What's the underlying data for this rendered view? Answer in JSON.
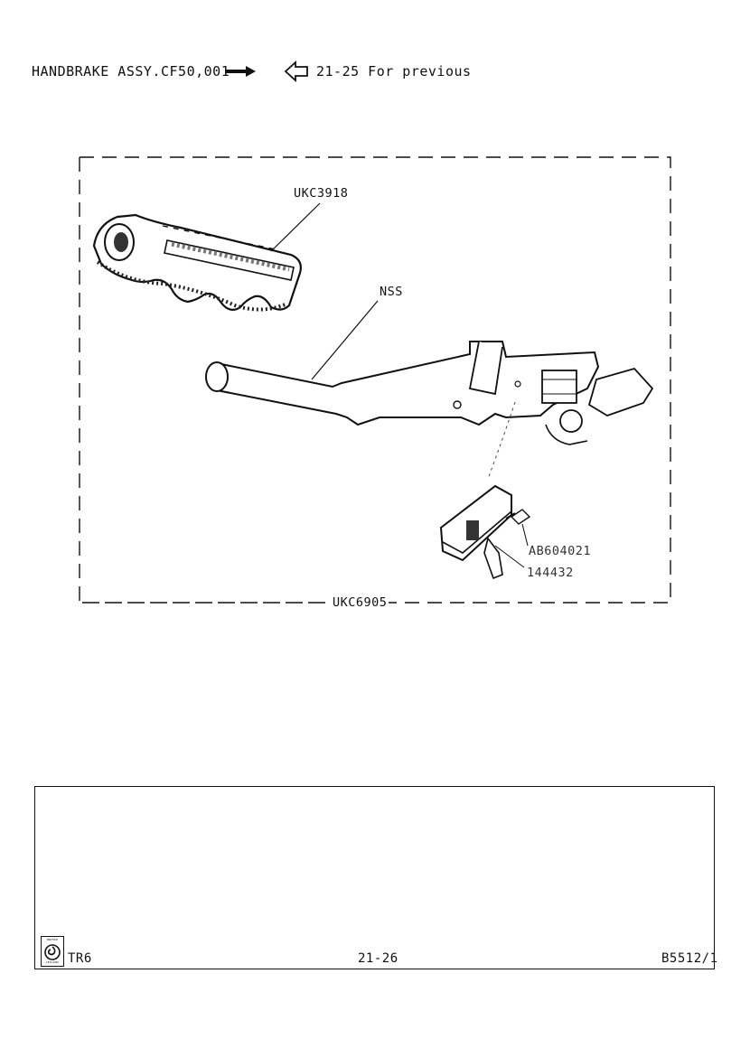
{
  "header": {
    "title": "HANDBRAKE ASSY.",
    "commission": "CF50,001",
    "previous_ref": "21-25 For previous"
  },
  "callouts": {
    "grip": "UKC3918",
    "lever": "NSS",
    "screw": "AB604021",
    "switch": "144432",
    "assembly": "UKC6905"
  },
  "footer": {
    "logo_top_text": "BRITISH",
    "logo_bottom_text": "LEYLAND",
    "model": "TR6",
    "page": "21-26",
    "ref": "B5512/1"
  }
}
